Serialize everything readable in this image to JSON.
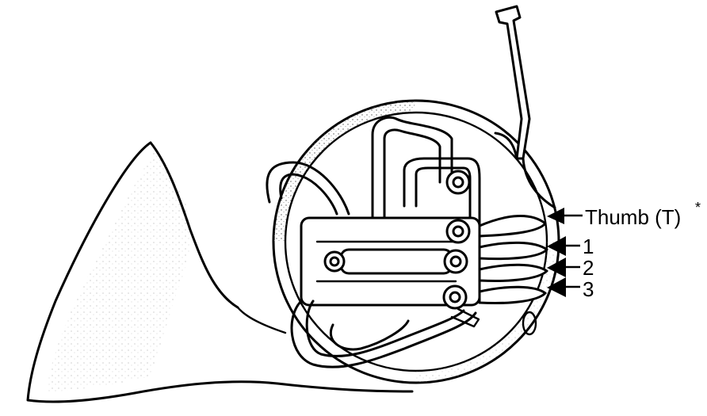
{
  "labels": {
    "thumb": "Thumb (T)",
    "thumb_marker": "*",
    "key1": "1",
    "key2": "2",
    "key3": "3"
  },
  "icons": {
    "instrument": "french-horn-illustration",
    "pointer": "arrow-left"
  },
  "colors": {
    "ink": "#000000",
    "paper": "#ffffff"
  }
}
